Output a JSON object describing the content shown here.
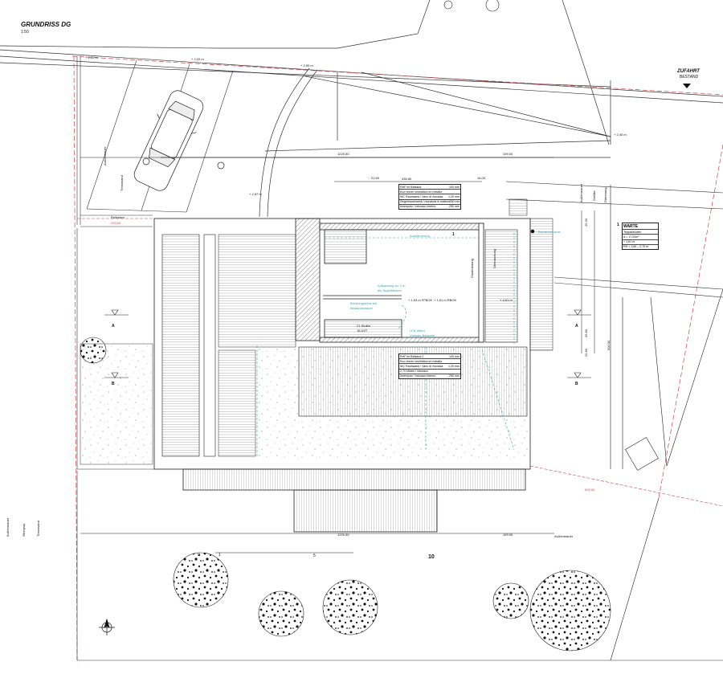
{
  "title": "GRUNDRISS DG",
  "scale": "1:50",
  "zufahrt": "ZUFAHRT",
  "bestand": "BESTAND",
  "levels": {
    "l1": "+ 2,50 m",
    "l2": "+ 2,20 m",
    "l3": "+ 2,90 m",
    "l4": "+ 2,45 m",
    "l5": "+ 2,87 m",
    "l6": "+ 4,61 m",
    "l7": "+ 1,63 m FFBOK",
    "l8": "+ 1,61 m RBOK"
  },
  "dims": {
    "top_a": "1225.50",
    "top_b": "199.00",
    "bottom_a": "1225.50",
    "bottom_b": "199.00",
    "inner": "436.80",
    "left_small": "21.50",
    "right_small": "16.00",
    "red_top": "233.00",
    "red_bottom": "520.00",
    "dim_25": "25.30",
    "dim_26": "25.80",
    "dim_22": "22.80",
    "dim_500": "500.00",
    "room_box": "21 Stufen",
    "room_box2": "16,4/27"
  },
  "labels": {
    "aussenmauer": "Außenmauer",
    "trennwand": "Trennwand",
    "rolltrocken": "Rollrasen",
    "aussenmauer2": "Außenmauer",
    "ueberdachung": "Überdachung",
    "warte_title": "WARTE",
    "warte_l1": "Teppichboden",
    "warte_l2": "A = 17,20m²",
    "warte_l3": "+ 1,61 m",
    "warte_l4": "RH = 1,60 – 2,70 m",
    "section_a": "A",
    "section_b": "B",
    "num_1": "1",
    "num_5": "5",
    "num_10": "10",
    "num_0": "0",
    "room_1": "1",
    "cyan_1": "Ausdämmung",
    "cyan_2": "Aufkantung ca. 2 m",
    "cyan_3": "bis Tagesflächen",
    "cyan_4": "Brüstungshöhe bis",
    "cyan_5": "Vorplatz Bauwerk",
    "cyan_6": "LFB Wand",
    "cyan_7": "Bestandsmauer",
    "cyan_8": "Bestandsmauer",
    "glass": "Glasbrüstung",
    "vert_1": "Dämmung",
    "vert_2": "Gefälle",
    "bottom_v1": "Außenmauer",
    "bottom_v2": "Oberputz",
    "bottom_v3": "Trennwand"
  },
  "spec_top": [
    "RHF im Bestand",
    "Kuo rinnen ventilation en metallo",
    "WC Rauhwand / Vano di riscossa",
    "Ziegelmauerwerk / muratura in mattoni",
    "Innenputz / intonaco interno"
  ],
  "spec_top_vals": [
    "100 mm",
    "",
    "1,20 mm",
    "250 mm",
    "250 mm"
  ],
  "spec_mid": [
    "RHF im Bestand 2",
    "Kuo rinnen ventilation en metallo",
    "WC Rauhwand / Vano di riscossa",
    "2,70 Mörtel / Intonaco",
    "Innenputz / intonaco interno"
  ],
  "spec_mid_vals": [
    "100 mm",
    "",
    "1,20 mm",
    "",
    "250 mm"
  ]
}
